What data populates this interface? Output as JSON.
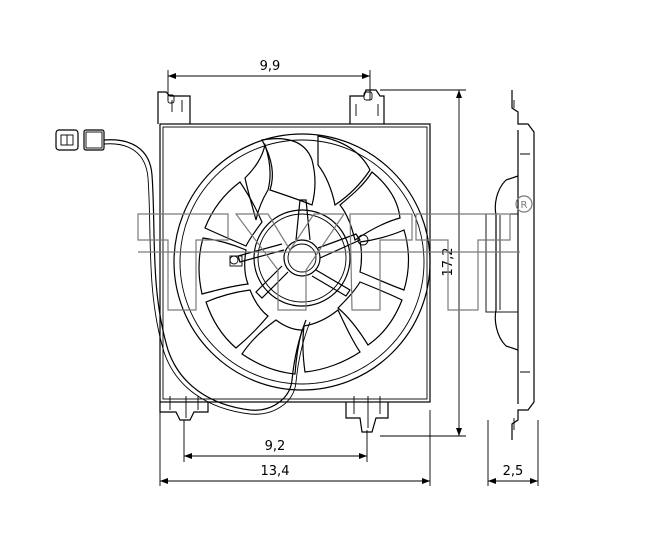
{
  "dimensions": {
    "top_width": "9,9",
    "bottom_inner_width": "9,2",
    "overall_width": "13,4",
    "height": "17,2",
    "depth": "2,5"
  },
  "icons": {
    "connector": "electrical-connector-icon",
    "registered": "registered-mark-icon"
  },
  "watermark_registered_mark": "R"
}
